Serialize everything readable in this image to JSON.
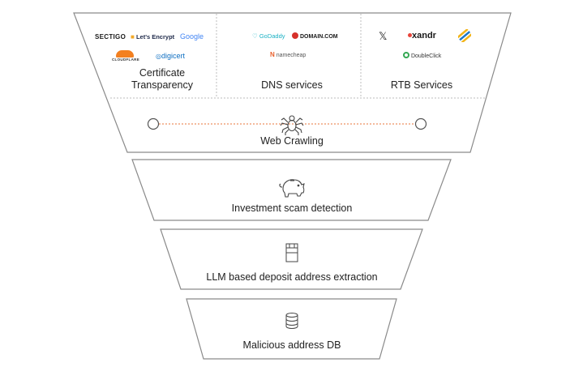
{
  "top_stage": {
    "sources": [
      {
        "label": "Certificate\nTransparency",
        "logos": [
          "SECTIGO",
          "Let's Encrypt",
          "Google",
          "CLOUDFLARE",
          "digicert"
        ]
      },
      {
        "label": "DNS services",
        "logos": [
          "GoDaddy",
          "DOMAIN.COM",
          "namecheap"
        ]
      },
      {
        "label": "RTB Services",
        "logos": [
          "𝕏",
          "xandr",
          "DoubleClick"
        ]
      }
    ],
    "crawl_label": "Web Crawling"
  },
  "stages": [
    {
      "label": "Investment scam detection",
      "icon": "piggy-bank-icon"
    },
    {
      "label": "LLM based deposit address extraction",
      "icon": "document-icon"
    },
    {
      "label": "Malicious address DB",
      "icon": "database-icon"
    }
  ],
  "colors": {
    "outline": "#8a8a8a",
    "divider": "#bdbdbd",
    "crawl_line": "#e8743b",
    "google_blue": "#4285F4",
    "godaddy": "#1bb1c4",
    "domaincom": "#d6312b",
    "namecheap": "#e8602c",
    "xandr_dot": "#e8443a",
    "cloudflare": "#f38020",
    "digicert": "#0e6fc2"
  }
}
